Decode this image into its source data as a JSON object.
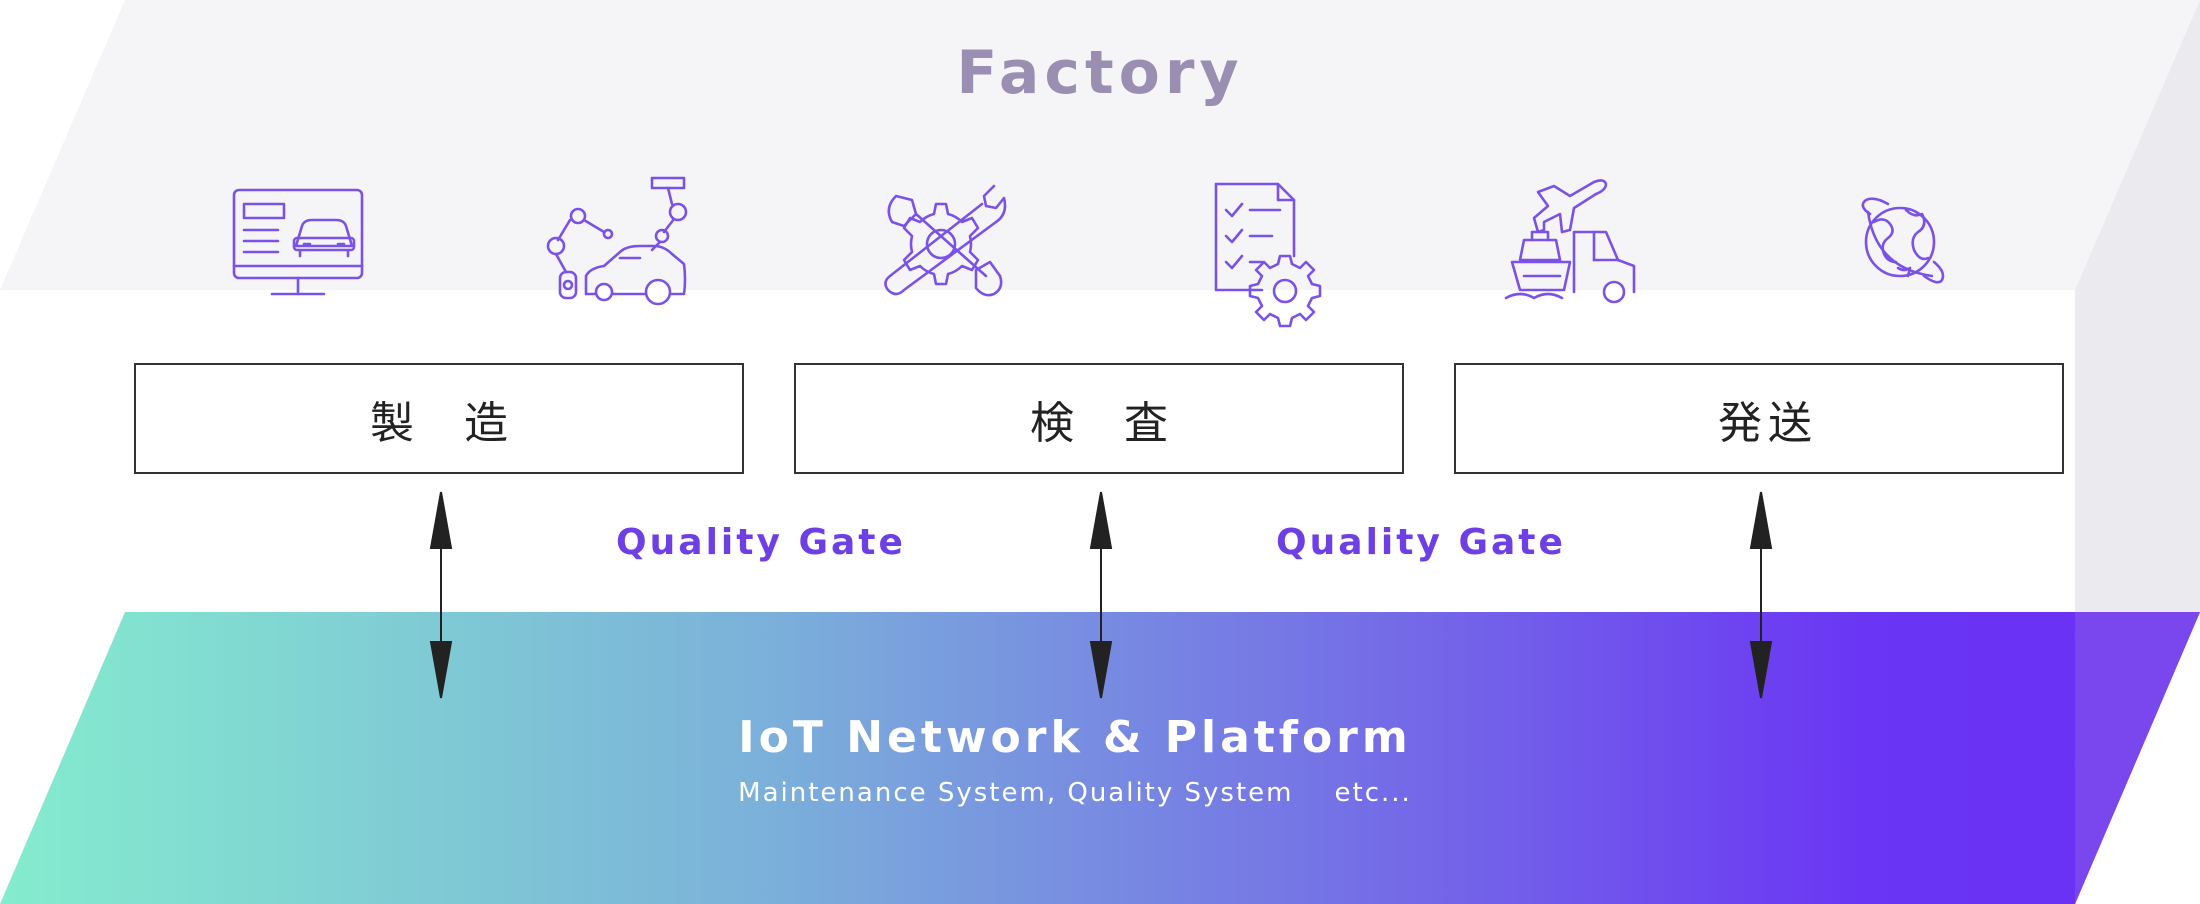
{
  "factory": {
    "title": "Factory"
  },
  "icons": [
    {
      "name": "monitor-car-icon"
    },
    {
      "name": "robot-arm-car-icon"
    },
    {
      "name": "gear-wrench-icon"
    },
    {
      "name": "checklist-gear-icon"
    },
    {
      "name": "shipping-transport-icon"
    },
    {
      "name": "globe-icon"
    }
  ],
  "processes": [
    {
      "label": "製 造"
    },
    {
      "label": "検 査"
    },
    {
      "label": "発送"
    }
  ],
  "gates": [
    {
      "label": "Quality Gate"
    },
    {
      "label": "Quality Gate"
    }
  ],
  "platform": {
    "title": "IoT Network & Platform",
    "subtitle": "Maintenance System, Quality System    etc..."
  },
  "colors": {
    "factory_bg": "#f5f5f7",
    "factory_side": "#ebebef",
    "accent": "#6f3fe6",
    "title": "#9a8fb3",
    "icon_stroke": "#7b52e8",
    "gradient_start": "#84ecce",
    "gradient_end": "#6b2ff5"
  }
}
